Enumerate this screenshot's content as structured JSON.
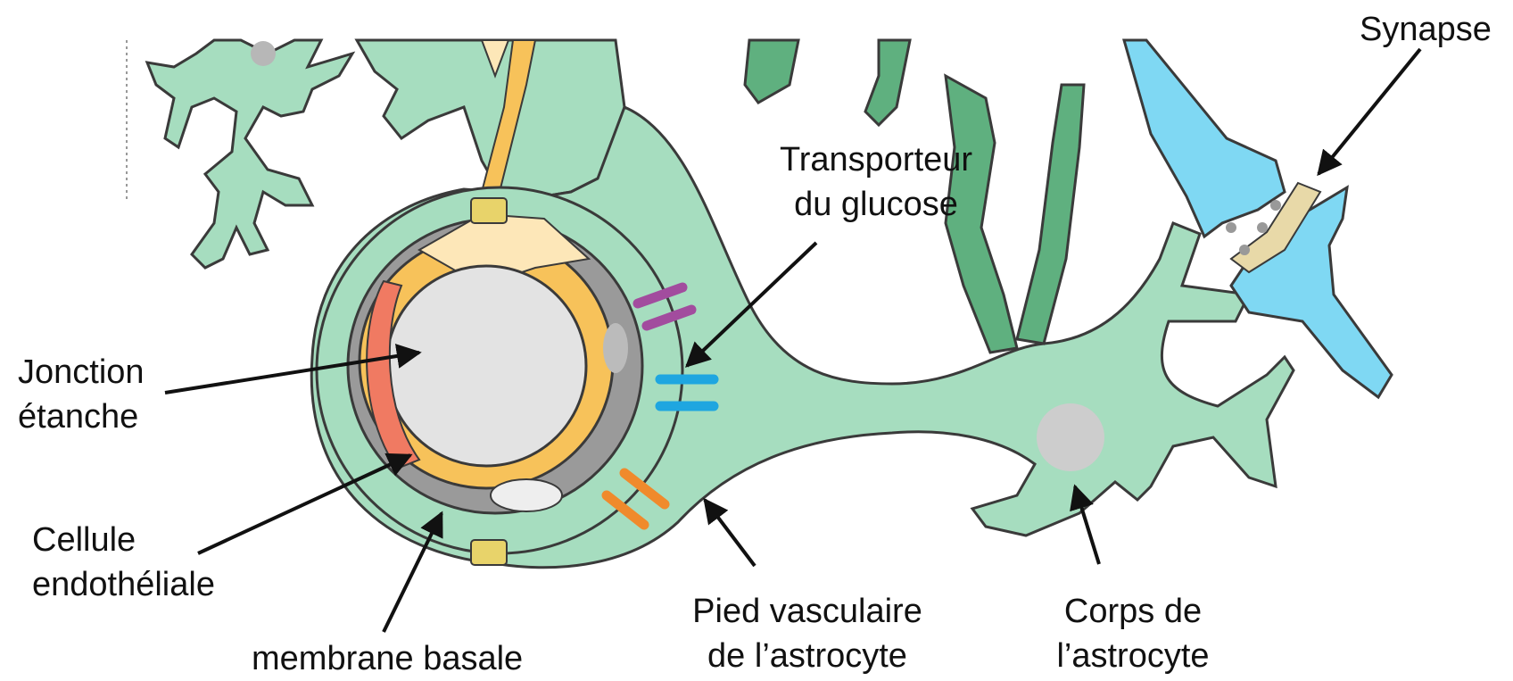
{
  "labels": {
    "synapse": "Synapse",
    "glucose_transporter": [
      "Transporteur",
      "du glucose"
    ],
    "tight_junction": [
      "Jonction",
      "étanche"
    ],
    "endothelial_cell": [
      "Cellule",
      "endothéliale"
    ],
    "basal_membrane": "membrane basale",
    "vascular_foot": [
      "Pied vasculaire",
      "de l’astrocyte"
    ],
    "astrocyte_body": [
      "Corps de",
      "l’astrocyte"
    ]
  },
  "colors": {
    "astrocyte_fill": "#a6ddbf",
    "astrocyte_dark": "#5fb07f",
    "outline": "#3a3a3a",
    "basal_membrane": "#9a9a9a",
    "endothelial": "#f7c25a",
    "endothelial_light": "#fde7b8",
    "lumen": "#e3e3e3",
    "red_cell": "#f07a62",
    "tight_junction": "#e8d36a",
    "neuron": "#7fd8f3",
    "transporter_purple": "#a24c9e",
    "transporter_blue": "#1fa6e0",
    "transporter_orange": "#f08a2c",
    "arrow": "#111111"
  }
}
